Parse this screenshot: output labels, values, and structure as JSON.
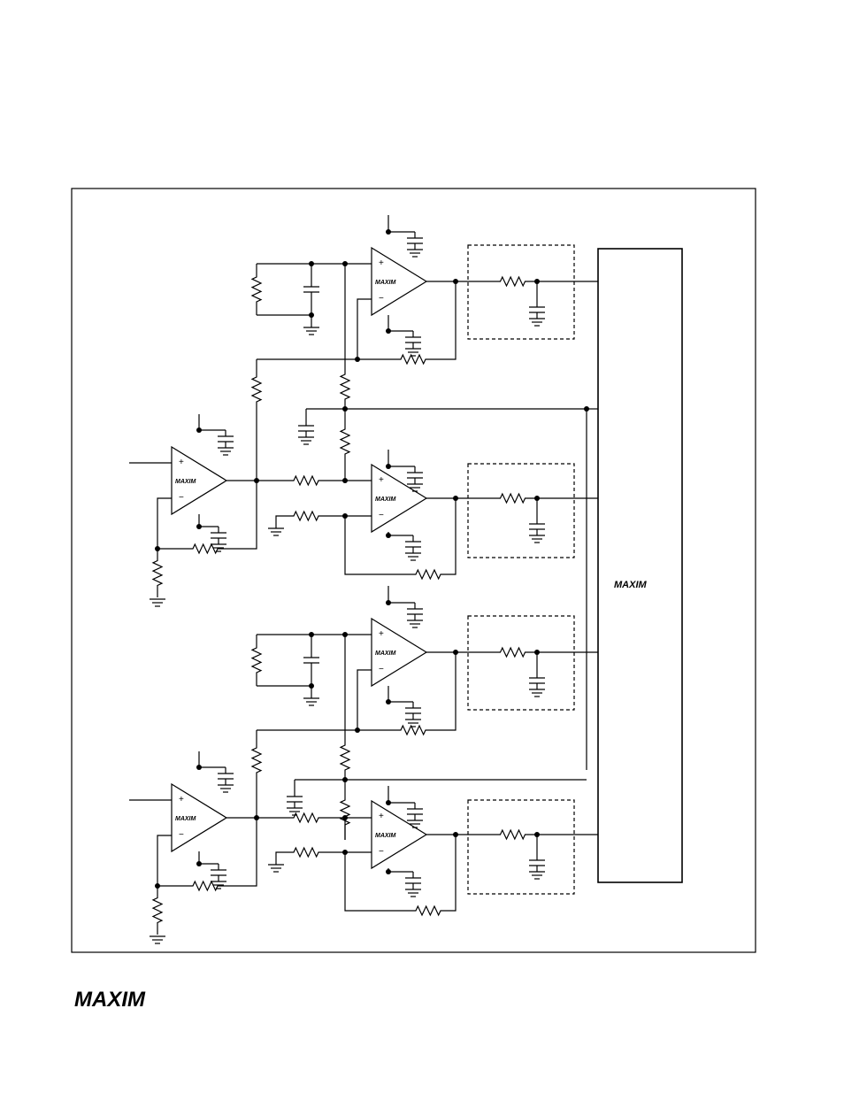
{
  "diagram": {
    "opamp_logo": "MAXIM",
    "opamp_plus": "+",
    "opamp_minus": "−",
    "device_logo": "MAXIM"
  },
  "footer": {
    "logo": "MAXIM"
  },
  "colors": {
    "ink": "#000000",
    "paper": "#ffffff"
  }
}
